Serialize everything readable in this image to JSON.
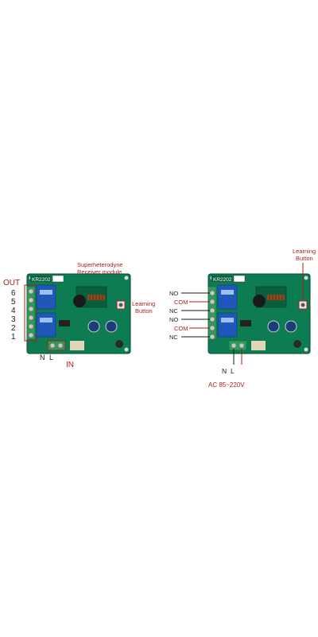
{
  "colors": {
    "pcb": "#0e7c52",
    "pcb_dark": "#0a5e3c",
    "relay": "#1f58b8",
    "terminal": "#2f9a5a",
    "red_label": "#a51f1f",
    "dark_label": "#1a1a1a"
  },
  "left_board": {
    "model_label": "KR2202",
    "out_label": "OUT",
    "channel_numbers": [
      "6",
      "5",
      "4",
      "3",
      "2",
      "1"
    ],
    "receiver_label_line1": "Superheterodyne",
    "receiver_label_line2": "Receiver module",
    "learning_label_line1": "Learning",
    "learning_label_line2": "Button",
    "n_label": "N",
    "l_label": "L",
    "in_label": "IN"
  },
  "right_board": {
    "model_label": "KR2202",
    "learning_label_line1": "Learning",
    "learning_label_line2": "Button",
    "contact_labels": [
      "NO",
      "COM",
      "NC",
      "NO",
      "COM",
      "NC"
    ],
    "n_label": "N",
    "l_label": "L",
    "power_label": "AC 85~220V"
  }
}
